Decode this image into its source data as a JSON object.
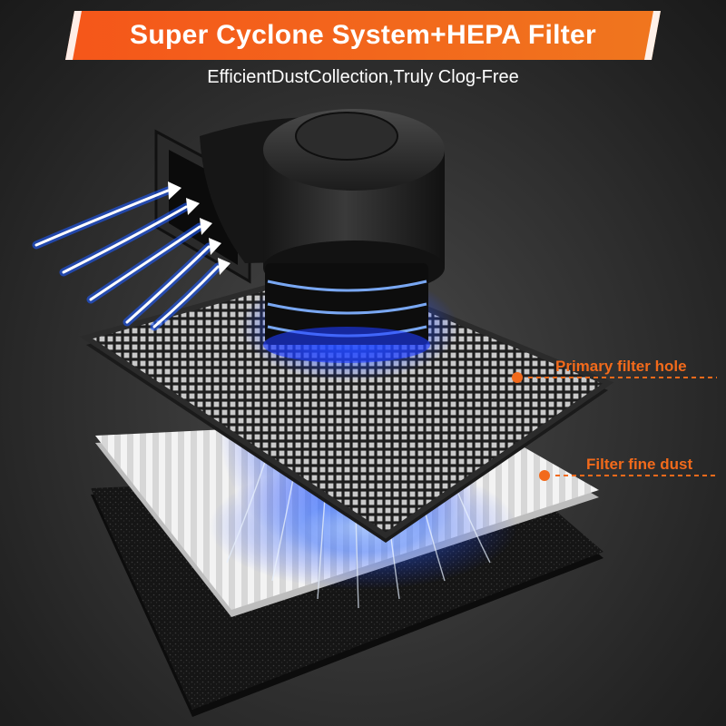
{
  "header": {
    "title": "Super Cyclone System+HEPA Filter",
    "subtitle": "EfficientDustCollection,Truly Clog-Free"
  },
  "callouts": [
    {
      "label": "Primary filter hole"
    },
    {
      "label": "Filter fine dust"
    }
  ],
  "colors": {
    "accent": "#f26a1b",
    "airflow": "#2f6bff",
    "background": "#333333"
  },
  "icons": {
    "fan": "centrifugal-fan-illustration",
    "airflow": "airflow-arrows"
  }
}
